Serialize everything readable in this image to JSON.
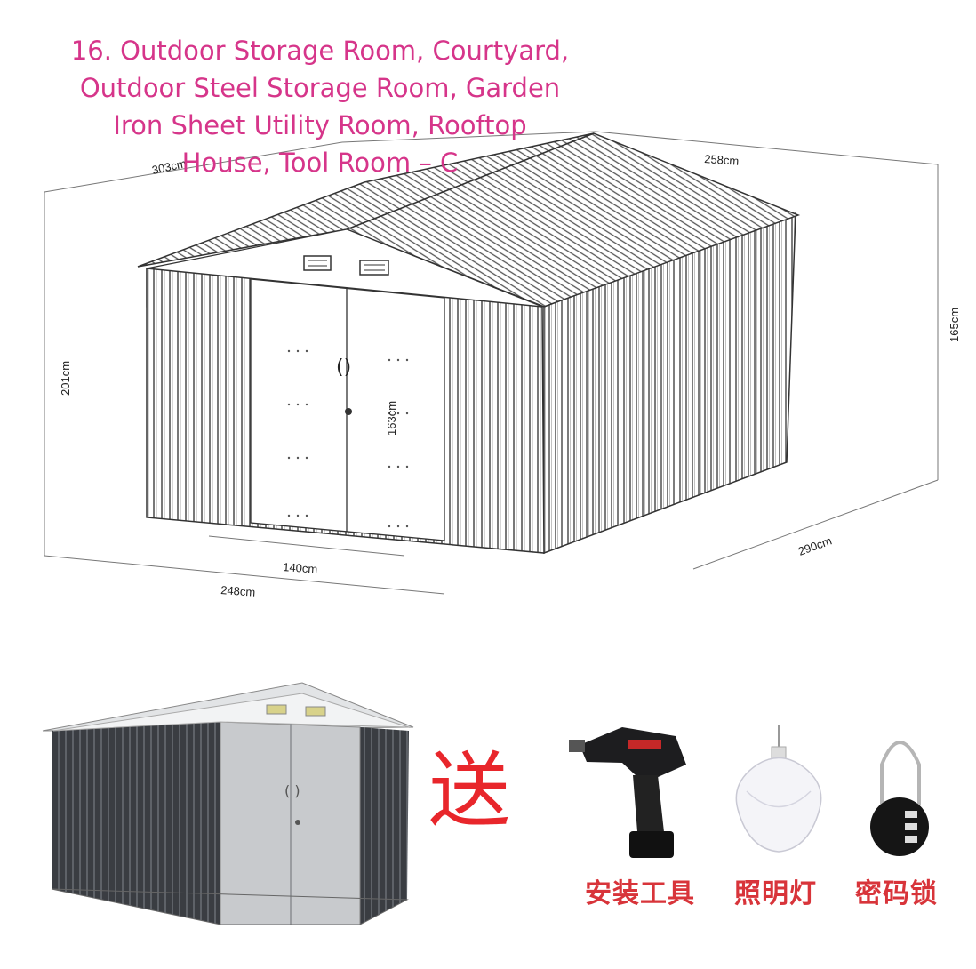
{
  "title_lines": [
    "16. Outdoor Storage Room, Courtyard,",
    "Outdoor Steel Storage Room, Garden",
    "Iron Sheet Utility Room, Rooftop",
    "House, Tool Room – C"
  ],
  "dimensions": {
    "depth_top": "303cm",
    "width_top": "258cm",
    "side_height": "165cm",
    "front_height": "201cm",
    "door_height": "163cm",
    "door_width": "140cm",
    "front_width": "248cm",
    "side_depth": "290cm"
  },
  "gift_label": "送",
  "accessories": [
    {
      "label": "安装工具",
      "icon": "drill-icon"
    },
    {
      "label": "照明灯",
      "icon": "lamp-icon"
    },
    {
      "label": "密码锁",
      "icon": "combination-lock-icon"
    }
  ],
  "colors": {
    "title": "#d6358a",
    "gift": "#e8262b",
    "shed_dark": "#3a3d42",
    "shed_light": "#c8cacd"
  }
}
